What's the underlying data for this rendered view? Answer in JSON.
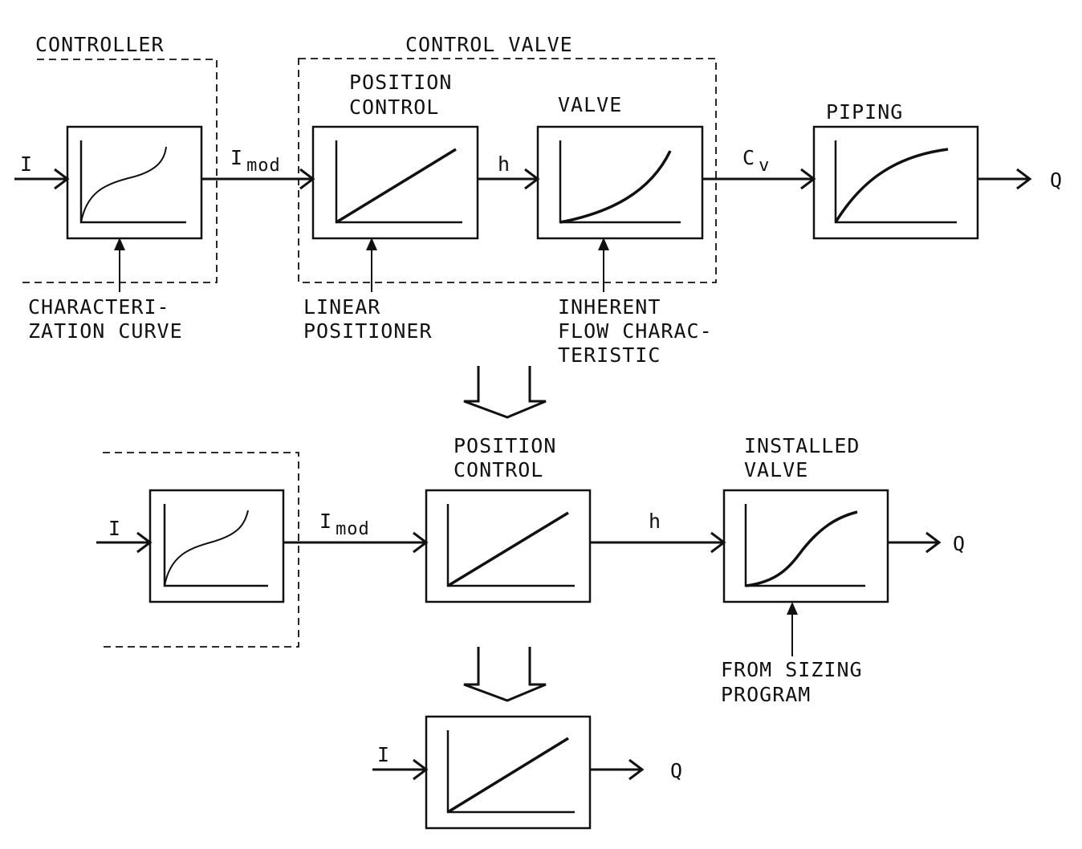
{
  "top_row": {
    "controller_group": "CONTROLLER",
    "control_valve_group": "CONTROL VALVE",
    "input": "I",
    "imod_main": "I",
    "imod_sub": "mod",
    "position_control_line1": "POSITION",
    "position_control_line2": "CONTROL",
    "h": "h",
    "valve": "VALVE",
    "cv_main": "C",
    "cv_sub": "v",
    "piping": "PIPING",
    "output": "Q",
    "characterization_line1": "CHARACTERI-",
    "characterization_line2": "ZATION CURVE",
    "positioner_line1": "LINEAR",
    "positioner_line2": "POSITIONER",
    "inherent_line1": "INHERENT",
    "inherent_line2": "FLOW CHARAC-",
    "inherent_line3": "TERISTIC"
  },
  "middle_row": {
    "input": "I",
    "imod_main": "I",
    "imod_sub": "mod",
    "position_control_line1": "POSITION",
    "position_control_line2": "CONTROL",
    "h": "h",
    "installed_line1": "INSTALLED",
    "installed_line2": "VALVE",
    "output": "Q",
    "sizing_line1": "FROM SIZING",
    "sizing_line2": "PROGRAM"
  },
  "bottom_row": {
    "input": "I",
    "output": "Q"
  }
}
